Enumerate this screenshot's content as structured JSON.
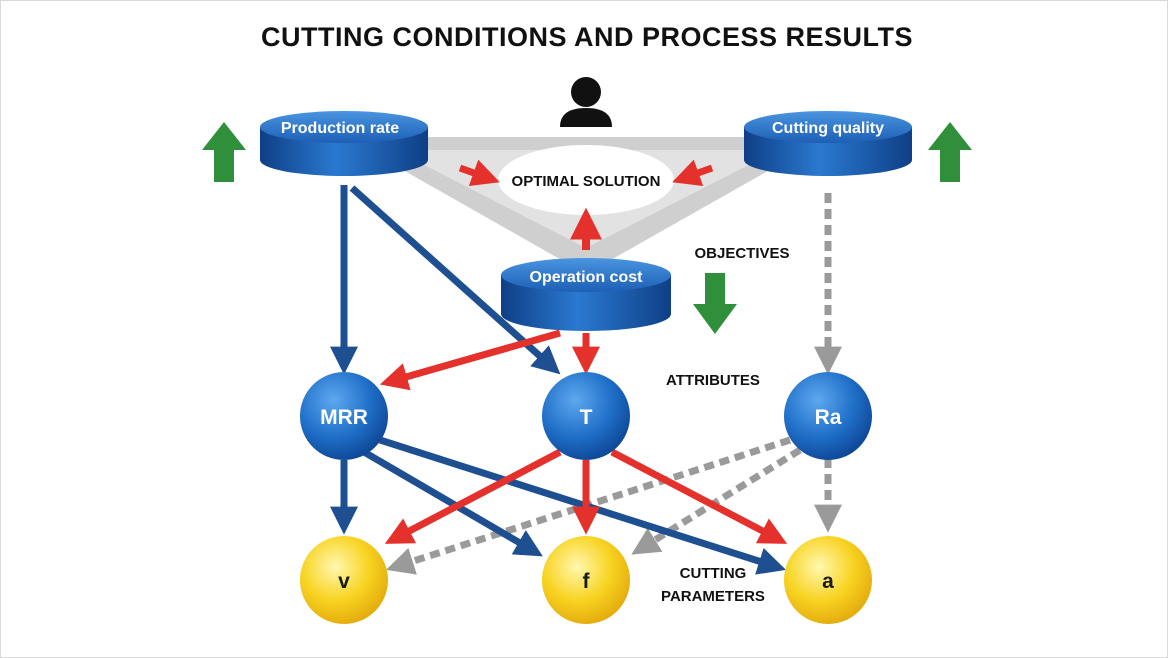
{
  "title": "CUTTING CONDITIONS AND PROCESS RESULTS",
  "optimal_solution": "OPTIMAL SOLUTION",
  "objectives": {
    "label": "OBJECTIVES",
    "production_rate": "Production rate",
    "cutting_quality": "Cutting quality",
    "operation_cost": "Operation cost"
  },
  "attributes": {
    "label": "ATTRIBUTES",
    "mrr": "MRR",
    "t": "T",
    "ra": "Ra"
  },
  "parameters": {
    "label_line1": "CUTTING",
    "label_line2": "PARAMETERS",
    "v": "v",
    "f": "f",
    "a": "a"
  },
  "colors": {
    "blue_arrow": "#1d4f91",
    "red_arrow": "#e5312c",
    "gray_arrow": "#9a9a9a",
    "green_arrow": "#2f8f3a",
    "node_blue": "#1f6fc8",
    "node_yellow": "#f8d321",
    "triangle": "#cfcfcf"
  },
  "icons": [
    "person-icon",
    "arrow-up-icon",
    "arrow-down-icon"
  ]
}
